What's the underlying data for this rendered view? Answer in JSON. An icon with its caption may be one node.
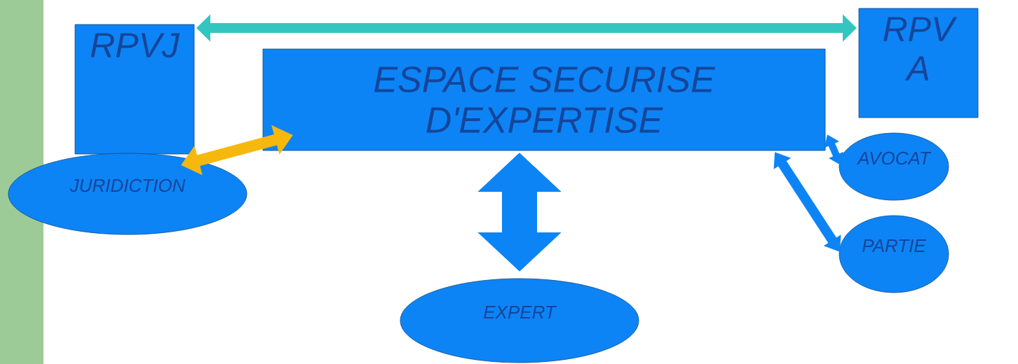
{
  "diagram": {
    "nodes": [
      {
        "text": [
          "RPVJ"
        ]
      },
      {
        "text": [
          "ESPACE SECURISE D'EXPERTISE"
        ]
      },
      {
        "text": [
          "RPV A"
        ]
      },
      {
        "text": [
          "JURIDICTION"
        ]
      },
      {
        "text": [
          "AVOCAT"
        ]
      },
      {
        "text": [
          "PARTIE"
        ]
      },
      {
        "text": [
          "EXPERT"
        ]
      },
      {
        "text": [],
        "shape": "bar"
      }
    ],
    "edges": [
      {
        "from": 0,
        "to": 2,
        "arrow": "both",
        "color": "#33c6c0"
      },
      {
        "from": 3,
        "to": 1,
        "arrow": "both",
        "color": "#f6b80c"
      },
      {
        "from": 1,
        "to": 6,
        "arrow": "both",
        "style": "thick"
      },
      {
        "from": 1,
        "to": 4,
        "arrow": "both"
      },
      {
        "from": 1,
        "to": 5,
        "arrow": "both"
      }
    ]
  }
}
